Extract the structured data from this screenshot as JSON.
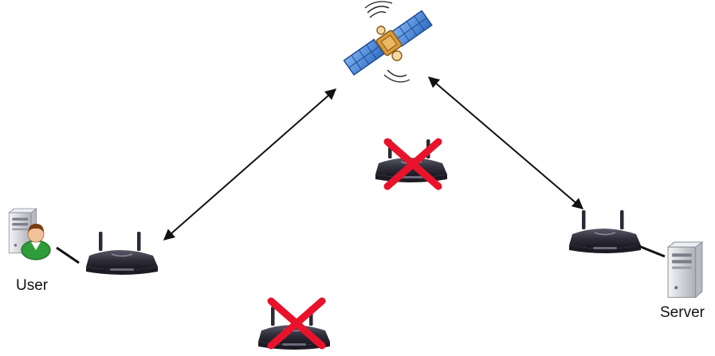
{
  "nodes": {
    "user": {
      "label": "User",
      "icon": "user-computer-icon"
    },
    "server": {
      "label": "Server",
      "icon": "server-tower-icon"
    },
    "satellite": {
      "icon": "satellite-icon"
    },
    "router_user": {
      "icon": "wireless-router-icon"
    },
    "router_server": {
      "icon": "wireless-router-icon"
    },
    "router_failed_top": {
      "icon": "wireless-router-icon",
      "status": "unavailable"
    },
    "router_failed_bottom": {
      "icon": "wireless-router-icon",
      "status": "unavailable"
    }
  },
  "links": [
    {
      "from": "router_user",
      "to": "satellite",
      "style": "double-arrow"
    },
    {
      "from": "satellite",
      "to": "router_server",
      "style": "double-arrow"
    },
    {
      "from": "user",
      "to": "router_user",
      "style": "line"
    },
    {
      "from": "router_server",
      "to": "server",
      "style": "line"
    }
  ],
  "colors": {
    "background": "#ffffff",
    "router_body": "#2b2a35",
    "router_highlight": "#55546a",
    "cross": "#e8132b",
    "satellite_panel": "#3a7fd8",
    "satellite_body": "#d99a3a",
    "server_body": "#dcdde2",
    "user_shirt": "#2e9c3a",
    "arrow": "#111111"
  }
}
